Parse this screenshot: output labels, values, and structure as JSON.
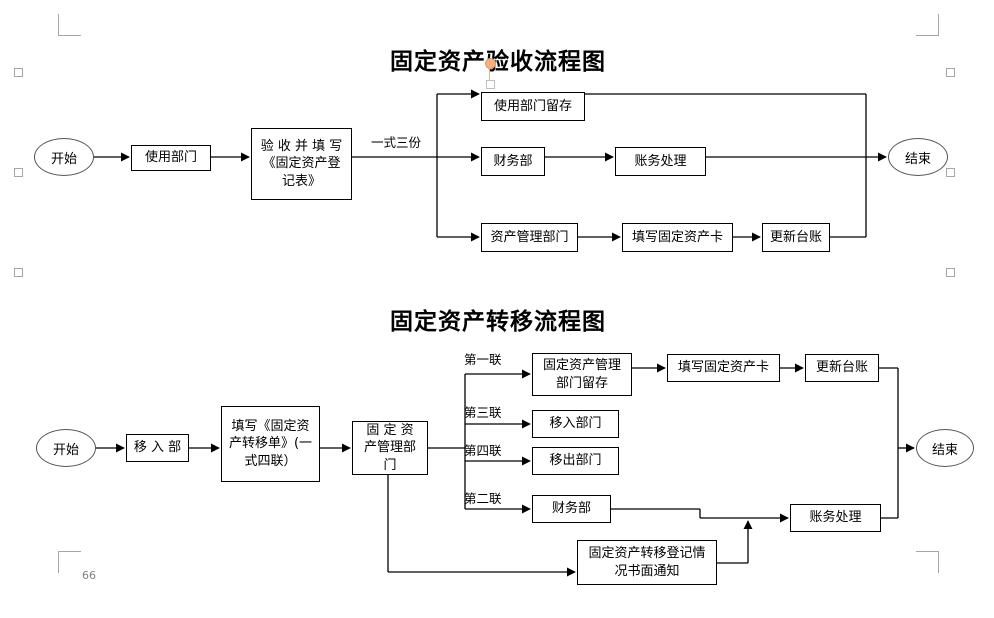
{
  "document": {
    "page_number": "66",
    "background": "#ffffff",
    "line_color": "#000000",
    "crop_mark_color": "#a6a6a6",
    "handle_color": "#f3b183"
  },
  "charts": [
    {
      "id": "fixed-asset-acceptance",
      "title": "固定资产验收流程图",
      "type": "flowchart",
      "nodes": [
        {
          "key": "start",
          "label": "开始",
          "shape": "ellipse"
        },
        {
          "key": "use-dept",
          "label": "使用部门",
          "shape": "rect"
        },
        {
          "key": "accept",
          "label": "验 收 并 填 写《固定资产登记表》",
          "shape": "rect"
        },
        {
          "key": "keep",
          "label": "使用部门留存",
          "shape": "rect"
        },
        {
          "key": "finance",
          "label": "财务部",
          "shape": "rect"
        },
        {
          "key": "accounting",
          "label": "账务处理",
          "shape": "rect"
        },
        {
          "key": "asset-dept",
          "label": "资产管理部门",
          "shape": "rect"
        },
        {
          "key": "fill-card",
          "label": "填写固定资产卡",
          "shape": "rect"
        },
        {
          "key": "update-led",
          "label": "更新台账",
          "shape": "rect"
        },
        {
          "key": "end",
          "label": "结束",
          "shape": "ellipse"
        }
      ],
      "edge_labels": [
        {
          "key": "triplicate",
          "label": "一式三份"
        }
      ]
    },
    {
      "id": "fixed-asset-transfer",
      "title": "固定资产转移流程图",
      "type": "flowchart",
      "nodes": [
        {
          "key": "start",
          "label": "开始",
          "shape": "ellipse"
        },
        {
          "key": "in-dept",
          "label": "移 入 部",
          "shape": "rect"
        },
        {
          "key": "fill-form",
          "label": "填写《固定资产转移单》(一式四联）",
          "shape": "rect"
        },
        {
          "key": "asset-dept",
          "label": "固 定 资 产管理部门",
          "shape": "rect"
        },
        {
          "key": "asset-keep",
          "label": "固定资产管理部门留存",
          "shape": "rect"
        },
        {
          "key": "move-in",
          "label": "移入部门",
          "shape": "rect"
        },
        {
          "key": "move-out",
          "label": "移出部门",
          "shape": "rect"
        },
        {
          "key": "finance",
          "label": "财务部",
          "shape": "rect"
        },
        {
          "key": "fill-card",
          "label": "填写固定资产卡",
          "shape": "rect"
        },
        {
          "key": "update-led",
          "label": "更新台账",
          "shape": "rect"
        },
        {
          "key": "accounting",
          "label": "账务处理",
          "shape": "rect"
        },
        {
          "key": "notice",
          "label": "固定资产转移登记情况书面通知",
          "shape": "rect"
        },
        {
          "key": "end",
          "label": "结束",
          "shape": "ellipse"
        }
      ],
      "edge_labels": [
        {
          "key": "copy-1",
          "label": "第一联"
        },
        {
          "key": "copy-3",
          "label": "第三联"
        },
        {
          "key": "copy-4",
          "label": "第四联"
        },
        {
          "key": "copy-2",
          "label": "第二联"
        }
      ]
    }
  ]
}
